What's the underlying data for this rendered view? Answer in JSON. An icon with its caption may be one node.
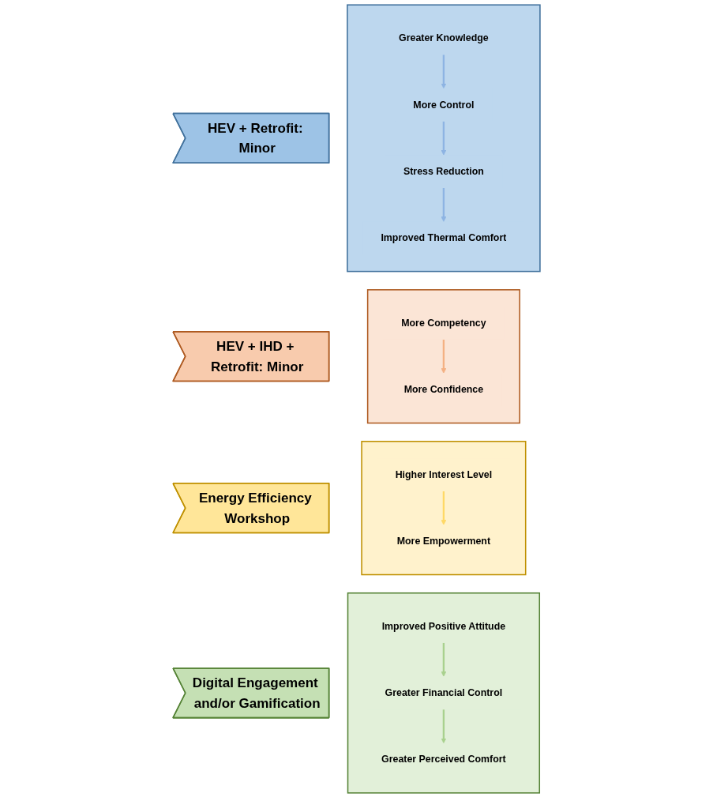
{
  "diagram": {
    "nodes": [
      {
        "text": [
          "HEV + Retrofit: Minor"
        ]
      },
      {
        "text": [],
        "shape": "box"
      },
      {
        "text": [
          "Greater Knowledge"
        ],
        "in": 1
      },
      {
        "text": [
          "More Control"
        ],
        "in": 1
      },
      {
        "text": [
          "Stress Reduction"
        ],
        "in": 1
      },
      {
        "text": [
          "Improved Thermal Comfort"
        ],
        "in": 1
      },
      {
        "text": [
          "HEV + IHD + Retrofit: Minor"
        ]
      },
      {
        "text": [],
        "shape": "box"
      },
      {
        "text": [
          "More Competency"
        ],
        "in": 7
      },
      {
        "text": [
          "More Confidence"
        ],
        "in": 7
      },
      {
        "text": [
          "Energy Efficiency Workshop"
        ]
      },
      {
        "text": [],
        "shape": "box"
      },
      {
        "text": [
          "Higher Interest Level"
        ],
        "in": 11
      },
      {
        "text": [
          "More Empowerment"
        ],
        "in": 11
      },
      {
        "text": [
          "Digital Engagement and/or Gamification"
        ]
      },
      {
        "text": [],
        "shape": "box"
      },
      {
        "text": [
          "Improved Positive Attitude"
        ],
        "in": 15
      },
      {
        "text": [
          "Greater Financial Control"
        ],
        "in": 15
      },
      {
        "text": [
          "Greater Perceived Comfort"
        ],
        "in": 15
      }
    ],
    "edges": [
      {
        "from": 2,
        "to": 3,
        "arrow": "to",
        "color": "#8eb4e3"
      },
      {
        "from": 3,
        "to": 4,
        "arrow": "to",
        "color": "#8eb4e3"
      },
      {
        "from": 4,
        "to": 5,
        "arrow": "to",
        "color": "#8eb4e3"
      },
      {
        "from": 8,
        "to": 9,
        "arrow": "to",
        "color": "#f4b183"
      },
      {
        "from": 12,
        "to": 13,
        "arrow": "to",
        "color": "#ffd966"
      },
      {
        "from": 16,
        "to": 17,
        "arrow": "to",
        "color": "#a9d18e"
      },
      {
        "from": 17,
        "to": 18,
        "arrow": "to",
        "color": "#a9d18e"
      }
    ]
  }
}
